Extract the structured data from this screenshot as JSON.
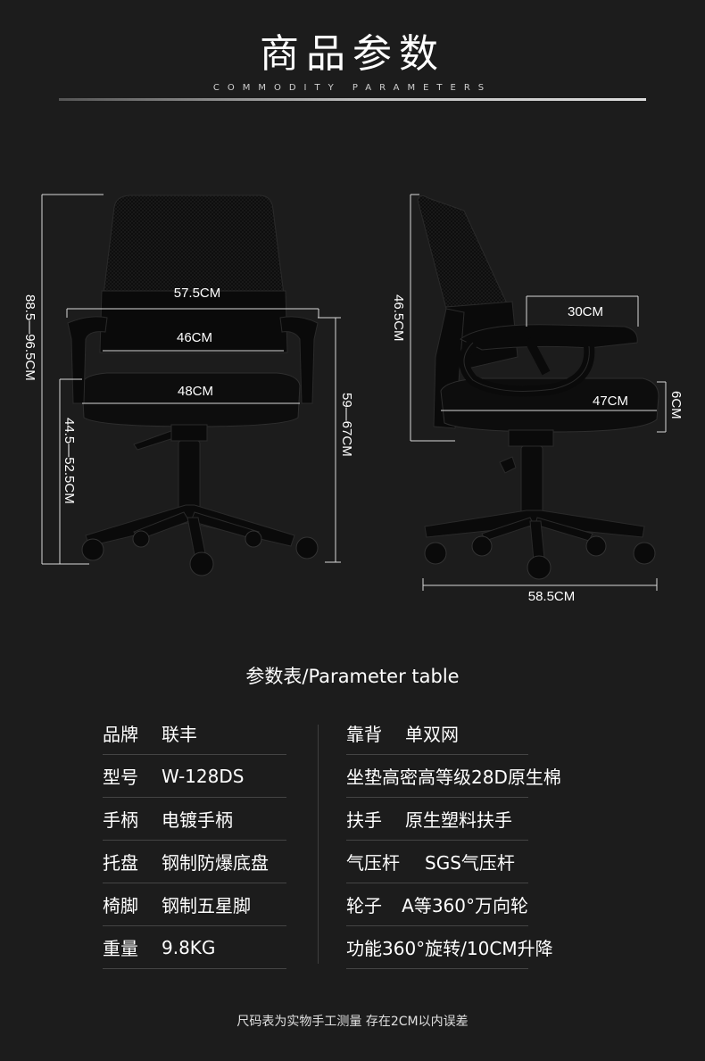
{
  "header": {
    "title": "商品参数",
    "subtitle": "COMMODITY  PARAMETERS"
  },
  "front_view": {
    "total_height": "88.5—96.5CM",
    "arm_width": "57.5CM",
    "back_width": "46CM",
    "seat_width": "48CM",
    "seat_height": "44.5—52.5CM",
    "armrest_height": "59—67CM"
  },
  "side_view": {
    "back_height": "46.5CM",
    "armrest_length": "30CM",
    "seat_depth": "47CM",
    "seat_thickness": "6CM",
    "base_width": "58.5CM"
  },
  "params": {
    "title": "参数表/Parameter table",
    "left": [
      {
        "key": "品牌",
        "value": "联丰"
      },
      {
        "key": "型号",
        "value": "W-128DS"
      },
      {
        "key": "手柄",
        "value": "电镀手柄"
      },
      {
        "key": "托盘",
        "value": "钢制防爆底盘"
      },
      {
        "key": "椅脚",
        "value": "钢制五星脚"
      },
      {
        "key": "重量",
        "value": "9.8KG"
      }
    ],
    "right": [
      {
        "key": "靠背",
        "value": "单双网"
      },
      {
        "key": "坐垫",
        "value": "高密高等级28D原生棉"
      },
      {
        "key": "扶手",
        "value": "原生塑料扶手"
      },
      {
        "key": "气压杆",
        "value": "SGS气压杆"
      },
      {
        "key": "轮子",
        "value": "A等360°万向轮"
      },
      {
        "key": "功能",
        "value": "360°旋转/10CM升降"
      }
    ]
  },
  "footer": {
    "note": "尺码表为实物手工测量  存在2CM以内误差"
  },
  "colors": {
    "background": "#1c1c1c",
    "text": "#ffffff",
    "chair": "#080808",
    "divider": "#444444"
  }
}
